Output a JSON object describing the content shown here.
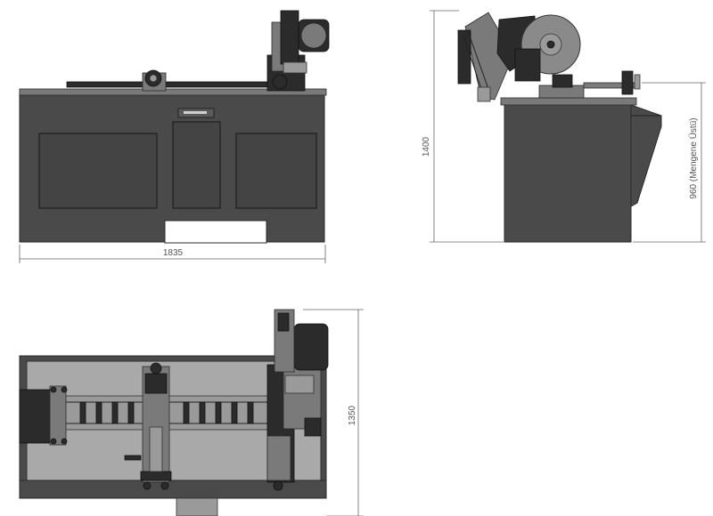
{
  "dimensions": {
    "front_width": "1835",
    "side_height": "1400",
    "side_vise_height": "960 (Mengene Üstü)",
    "top_depth": "1350"
  },
  "views": {
    "front": "front-view",
    "side": "side-view",
    "top": "top-view"
  },
  "colors": {
    "machine_body": "#4a4a4a",
    "panel": "#444444",
    "steel": "#7a7a7a",
    "table_top": "#a9a9a9",
    "dimension_lines": "#666666"
  }
}
